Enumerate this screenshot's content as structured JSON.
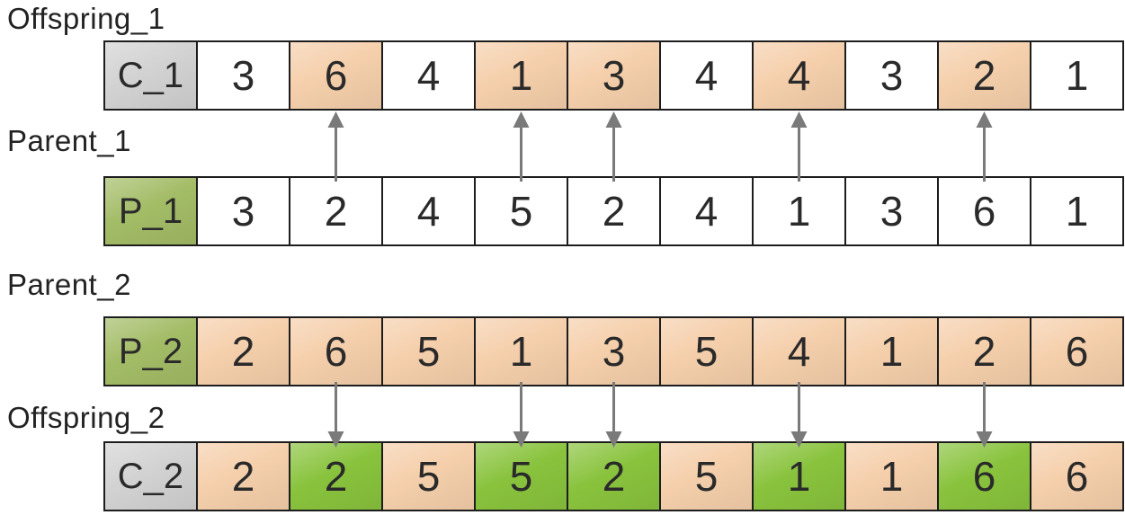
{
  "figure": {
    "description": "Order crossover of two parent chromosomes producing two offspring",
    "rows": [
      {
        "id": "offspring_1",
        "title": "Offspring_1",
        "label": "C_1",
        "label_style": "gray",
        "genes": [
          {
            "v": "3",
            "s": "white"
          },
          {
            "v": "6",
            "s": "orange"
          },
          {
            "v": "4",
            "s": "white"
          },
          {
            "v": "1",
            "s": "orange"
          },
          {
            "v": "3",
            "s": "orange"
          },
          {
            "v": "4",
            "s": "white"
          },
          {
            "v": "4",
            "s": "orange"
          },
          {
            "v": "3",
            "s": "white"
          },
          {
            "v": "2",
            "s": "orange"
          },
          {
            "v": "1",
            "s": "white"
          }
        ]
      },
      {
        "id": "parent_1",
        "title": "Parent_1",
        "label": "P_1",
        "label_style": "olive",
        "genes": [
          {
            "v": "3",
            "s": "white"
          },
          {
            "v": "2",
            "s": "white"
          },
          {
            "v": "4",
            "s": "white"
          },
          {
            "v": "5",
            "s": "white"
          },
          {
            "v": "2",
            "s": "white"
          },
          {
            "v": "4",
            "s": "white"
          },
          {
            "v": "1",
            "s": "white"
          },
          {
            "v": "3",
            "s": "white"
          },
          {
            "v": "6",
            "s": "white"
          },
          {
            "v": "1",
            "s": "white"
          }
        ]
      },
      {
        "id": "parent_2",
        "title": "Parent_2",
        "label": "P_2",
        "label_style": "olive",
        "genes": [
          {
            "v": "2",
            "s": "orange"
          },
          {
            "v": "6",
            "s": "orange"
          },
          {
            "v": "5",
            "s": "orange"
          },
          {
            "v": "1",
            "s": "orange"
          },
          {
            "v": "3",
            "s": "orange"
          },
          {
            "v": "5",
            "s": "orange"
          },
          {
            "v": "4",
            "s": "orange"
          },
          {
            "v": "1",
            "s": "orange"
          },
          {
            "v": "2",
            "s": "orange"
          },
          {
            "v": "6",
            "s": "orange"
          }
        ]
      },
      {
        "id": "offspring_2",
        "title": "Offspring_2",
        "label": "C_2",
        "label_style": "gray",
        "genes": [
          {
            "v": "2",
            "s": "orange"
          },
          {
            "v": "2",
            "s": "green"
          },
          {
            "v": "5",
            "s": "orange"
          },
          {
            "v": "5",
            "s": "green"
          },
          {
            "v": "2",
            "s": "green"
          },
          {
            "v": "5",
            "s": "orange"
          },
          {
            "v": "1",
            "s": "green"
          },
          {
            "v": "1",
            "s": "orange"
          },
          {
            "v": "6",
            "s": "green"
          },
          {
            "v": "6",
            "s": "orange"
          }
        ]
      }
    ],
    "arrows": [
      {
        "from": "parent_1",
        "to": "offspring_1",
        "direction": "up",
        "positions": [
          2,
          4,
          5,
          7,
          9
        ]
      },
      {
        "from": "parent_2",
        "to": "offspring_2",
        "direction": "down",
        "positions": [
          2,
          4,
          5,
          7,
          9
        ]
      }
    ],
    "colors": {
      "white": "#ffffff",
      "orange": "#f5cfab",
      "green": "#89c33d",
      "gray": "#d2d2d2",
      "olive": "#a3bc66",
      "border": "#1d1d1d",
      "arrow": "#7a7a7a"
    }
  }
}
